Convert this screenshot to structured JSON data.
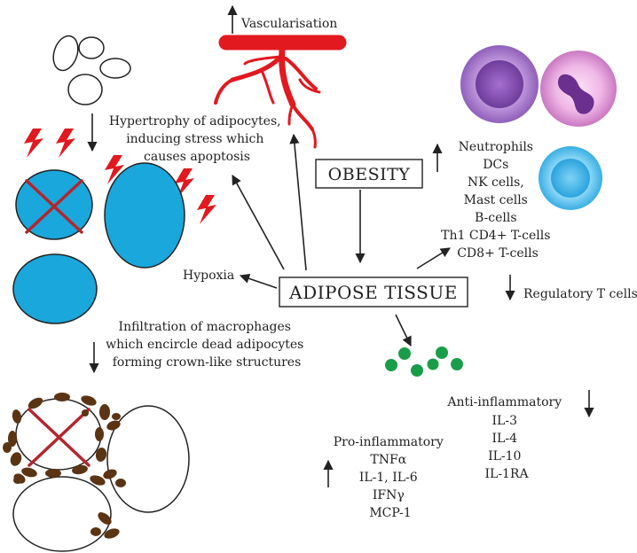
{
  "colors": {
    "adipocyte": "#1aa7dc",
    "macrophage": "#5b3414",
    "vessel": "#e2191f",
    "lightning": "#e2191f",
    "cross": "#b3262d",
    "cytokine_dots": "#1a9d49",
    "box_border": "#222222"
  },
  "labels": {
    "obesity": "OBESITY",
    "adipose_tissue": "ADIPOSE TISSUE",
    "vascularisation": "Vascularisation",
    "hypertrophy": [
      "Hypertrophy of adipocytes,",
      "inducing stress which",
      "causes apoptosis"
    ],
    "hypoxia": "Hypoxia",
    "infiltration": [
      "Infiltration of macrophages",
      "which encircle dead adipocytes",
      "forming crown-like structures"
    ],
    "immune_cells": [
      "Neutrophils",
      "DCs",
      "NK cells,",
      "Mast cells",
      "B-cells",
      "Th1 CD4+ T-cells",
      "CD8+ T-cells"
    ],
    "regulatory": "Regulatory T cells",
    "anti_inflammatory": [
      "Anti-inflammatory",
      "IL-3",
      "IL-4",
      "IL-10",
      "IL-1RA"
    ],
    "pro_inflammatory": [
      "Pro-inflammatory",
      "TNFα",
      "IL-1, IL-6",
      "IFNγ",
      "MCP-1"
    ]
  },
  "icons": {
    "up_arrow": "up-arrow-icon",
    "down_arrow": "down-arrow-icon",
    "lightning": "lightning-icon"
  }
}
